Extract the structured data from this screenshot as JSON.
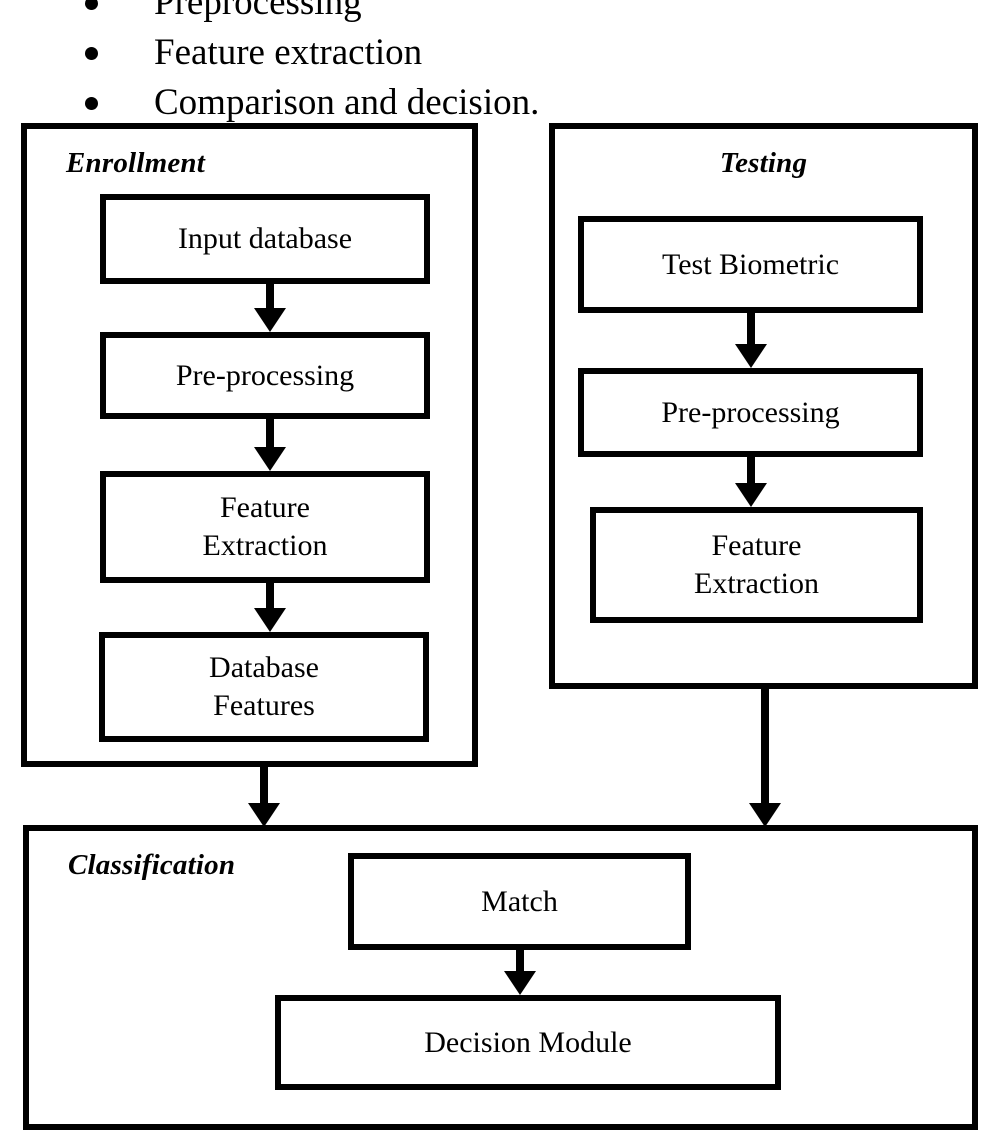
{
  "bullets": [
    {
      "text": "Preprocessing",
      "clipped": true
    },
    {
      "text": "Feature extraction",
      "clipped": false
    },
    {
      "text": "Comparison and decision.",
      "clipped": false
    }
  ],
  "panels": [
    {
      "id": "enrollment",
      "title": "Enrollment",
      "nodes": [
        {
          "id": "input-database",
          "label": "Input database"
        },
        {
          "id": "pre-processing",
          "label": "Pre-processing"
        },
        {
          "id": "feature-extraction",
          "label": "Feature\nExtraction"
        },
        {
          "id": "database-features",
          "label": "Database\nFeatures"
        }
      ]
    },
    {
      "id": "testing",
      "title": "Testing",
      "nodes": [
        {
          "id": "test-biometric",
          "label": "Test Biometric"
        },
        {
          "id": "pre-processing",
          "label": "Pre-processing"
        },
        {
          "id": "feature-extraction",
          "label": "Feature\nExtraction"
        }
      ]
    },
    {
      "id": "classification",
      "title": "Classification",
      "nodes": [
        {
          "id": "match",
          "label": "Match"
        },
        {
          "id": "decision-module",
          "label": "Decision Module"
        }
      ]
    }
  ],
  "colors": {
    "stroke": "#000000",
    "background": "#ffffff"
  }
}
